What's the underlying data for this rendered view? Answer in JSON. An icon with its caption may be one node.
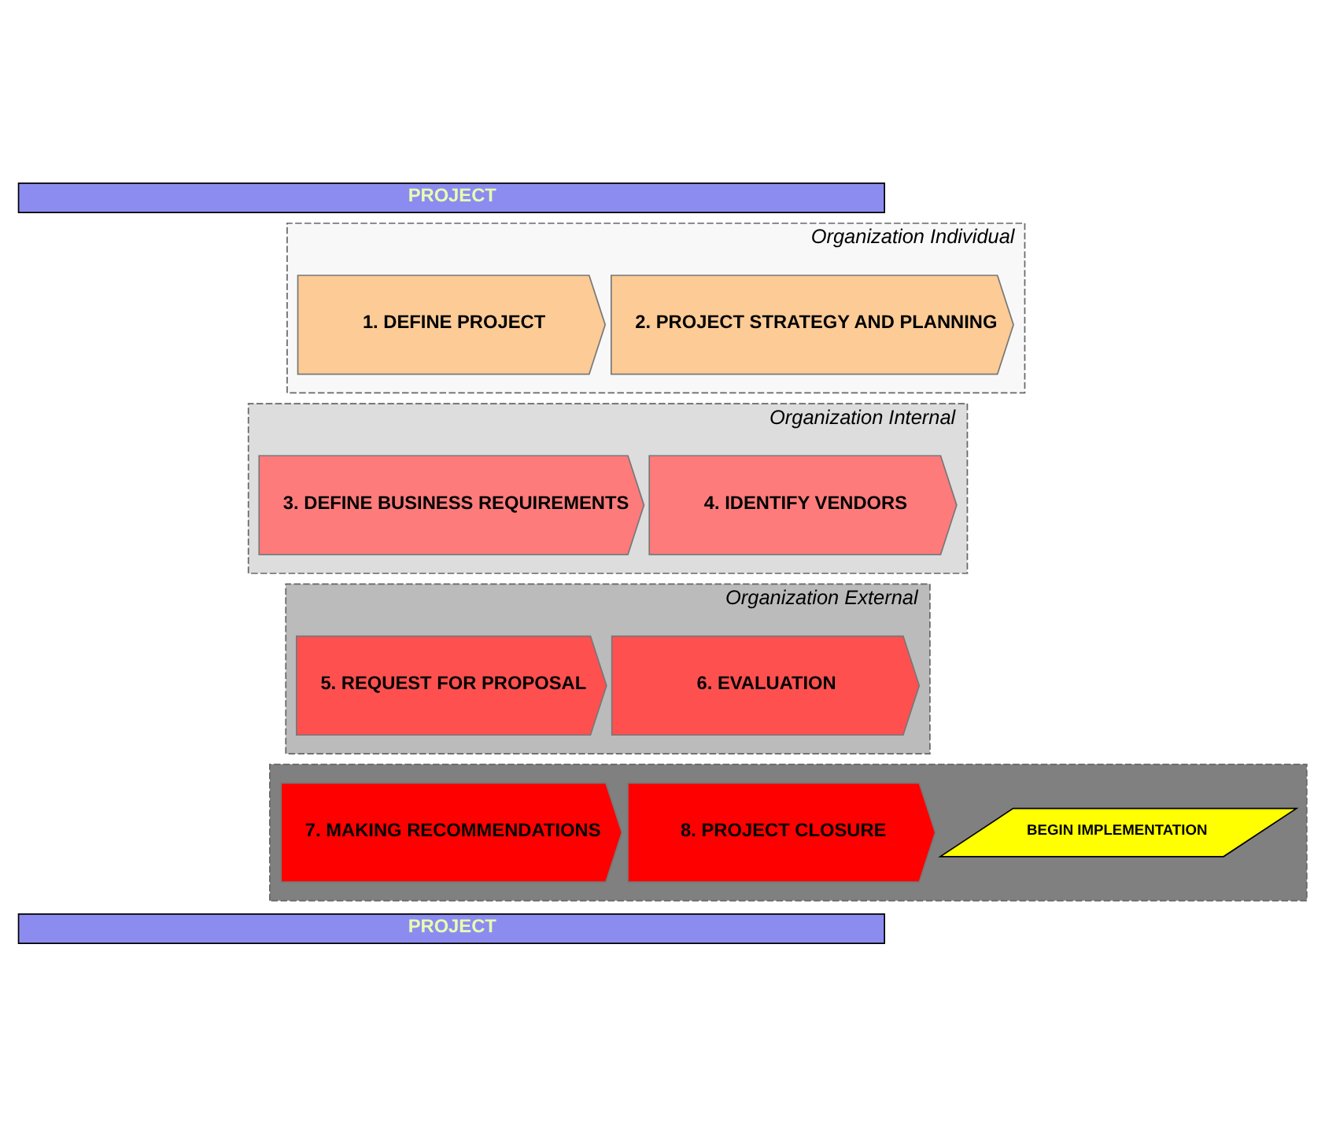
{
  "diagram": {
    "nodes": [
      {
        "text": [
          "PROJECT"
        ]
      },
      {
        "text": [
          "Organization Individual"
        ]
      },
      {
        "text": [
          "1. DEFINE PROJECT"
        ],
        "in": 1
      },
      {
        "text": [
          "2. PROJECT STRATEGY AND PLANNING"
        ],
        "in": 1
      },
      {
        "text": [
          "Organization Internal"
        ]
      },
      {
        "text": [
          "3. DEFINE BUSINESS REQUIREMENTS"
        ],
        "in": 4
      },
      {
        "text": [
          "4. IDENTIFY VENDORS"
        ],
        "in": 4
      },
      {
        "text": [
          "Organization External"
        ]
      },
      {
        "text": [
          "5. REQUEST FOR PROPOSAL"
        ],
        "in": 7
      },
      {
        "text": [
          "6. EVALUATION"
        ],
        "in": 7
      },
      {
        "text": [],
        "shape": "box"
      },
      {
        "text": [
          "7. MAKING RECOMMENDATIONS"
        ],
        "in": 10
      },
      {
        "text": [
          "8. PROJECT CLOSURE"
        ],
        "in": 10
      },
      {
        "text": [
          "BEGIN IMPLEMENTATION"
        ],
        "in": 10
      },
      {
        "text": [
          "PROJECT"
        ]
      }
    ]
  }
}
